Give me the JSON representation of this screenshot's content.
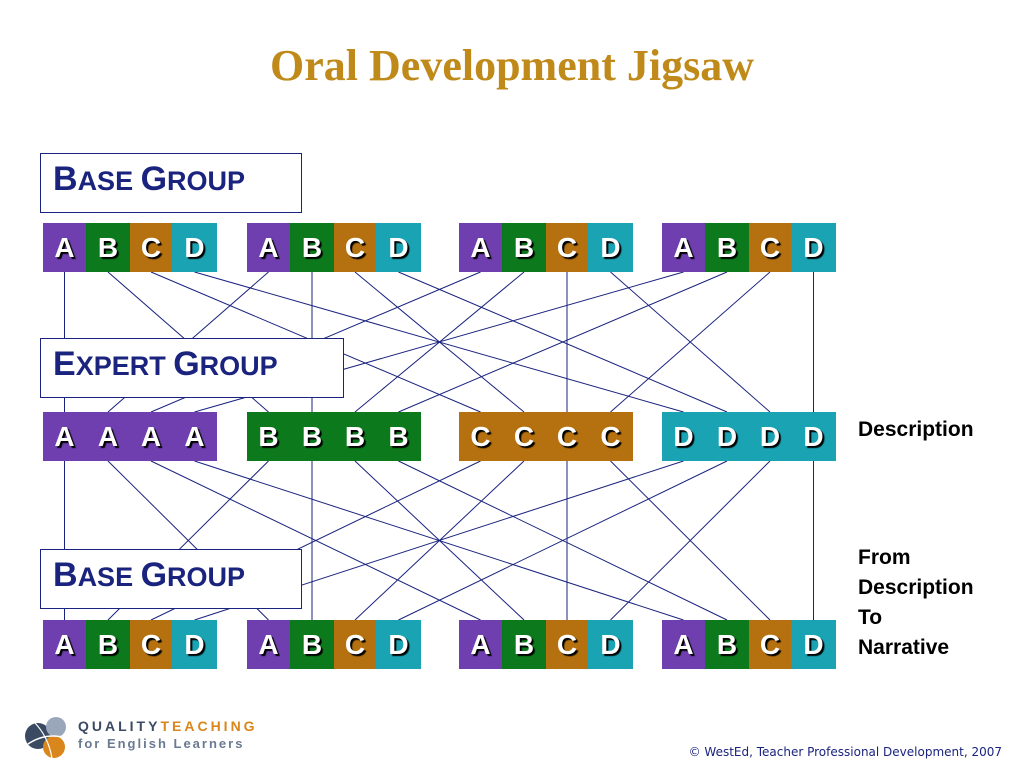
{
  "title": "Oral Development Jigsaw",
  "group_labels": [
    {
      "initial_1": "B",
      "rest_1": "ASE ",
      "initial_2": "G",
      "rest_2": "ROUP"
    },
    {
      "initial_1": "E",
      "rest_1": "XPERT ",
      "initial_2": "G",
      "rest_2": "ROUP"
    },
    {
      "initial_1": "B",
      "rest_1": "ASE ",
      "initial_2": "G",
      "rest_2": "ROUP"
    }
  ],
  "base_top_groups": [
    [
      "A",
      "B",
      "C",
      "D"
    ],
    [
      "A",
      "B",
      "C",
      "D"
    ],
    [
      "A",
      "B",
      "C",
      "D"
    ],
    [
      "A",
      "B",
      "C",
      "D"
    ]
  ],
  "expert_groups": [
    [
      "A",
      "A",
      "A",
      "A"
    ],
    [
      "B",
      "B",
      "B",
      "B"
    ],
    [
      "C",
      "C",
      "C",
      "C"
    ],
    [
      "D",
      "D",
      "D",
      "D"
    ]
  ],
  "base_bottom_groups": [
    [
      "A",
      "B",
      "C",
      "D"
    ],
    [
      "A",
      "B",
      "C",
      "D"
    ],
    [
      "A",
      "B",
      "C",
      "D"
    ],
    [
      "A",
      "B",
      "C",
      "D"
    ]
  ],
  "side_notes": {
    "description": "Description",
    "progression": [
      "From",
      "Description",
      "To",
      "Narrative"
    ]
  },
  "logo": {
    "line1_a": "QUALITY",
    "line1_b": "TEACHING",
    "line2": "for English Learners"
  },
  "copyright": "© WestEd, Teacher Professional Development, 2007",
  "colors": {
    "title": "#c08a1a",
    "A": "#6f3fb0",
    "B": "#0c7a1c",
    "C": "#b5700f",
    "D": "#1aa3b3",
    "lines": "#1a237e",
    "logo_quality": "#3b4a63",
    "logo_teaching": "#d9861c"
  }
}
